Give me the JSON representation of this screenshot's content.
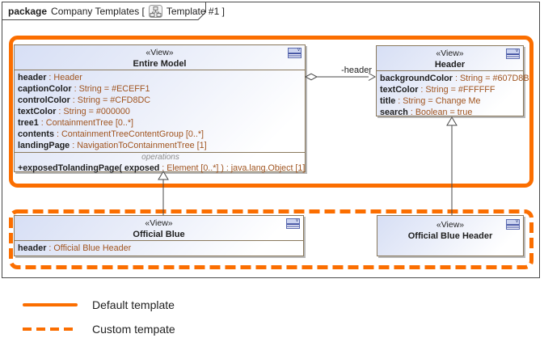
{
  "frame": {
    "keyword": "package",
    "name": "Company Templates [",
    "diagram": "Template #1 ]"
  },
  "classes": {
    "entire_model": {
      "stereotype": "«View»",
      "name": "Entire Model",
      "attributes": [
        {
          "name": "header",
          "rest": " : Header"
        },
        {
          "name": "captionColor",
          "rest": " : String = #ECEFF1"
        },
        {
          "name": "controlColor",
          "rest": " : String = #CFD8DC"
        },
        {
          "name": "textColor",
          "rest": " : String = #000000"
        },
        {
          "name": "tree1",
          "rest": " : ContainmentTree [0..*]"
        },
        {
          "name": "contents",
          "rest": " : ContainmentTreeContentGroup [0..*]"
        },
        {
          "name": "landingPage",
          "rest": " : NavigationToContainmentTree [1]"
        }
      ],
      "operations_label": "operations",
      "operations": [
        {
          "name": "+exposedTolandingPage( exposed",
          "rest": " : Element [0..*] ) : java.lang.Object [1]"
        }
      ]
    },
    "header": {
      "stereotype": "«View»",
      "name": "Header",
      "attributes": [
        {
          "name": "backgroundColor",
          "rest": " : String = #607D8B"
        },
        {
          "name": "textColor",
          "rest": " : String = #FFFFFF"
        },
        {
          "name": "title",
          "rest": " : String = Change Me"
        },
        {
          "name": "search",
          "rest": " : Boolean = true"
        }
      ]
    },
    "official_blue": {
      "stereotype": "«View»",
      "name": "Official Blue",
      "attributes": [
        {
          "name": "header",
          "rest": " : Official Blue Header"
        }
      ]
    },
    "official_blue_header": {
      "stereotype": "«View»",
      "name": "Official Blue Header"
    }
  },
  "connectors": {
    "association_label": "-header"
  },
  "legend": {
    "default_label": "Default template",
    "custom_label": "Custom tempate"
  },
  "colors": {
    "accent_orange": "#FB6E00",
    "box_border": "#8A795D",
    "box_fill_top": "#D7DFF5",
    "attr_name_color": "#1F1F1F",
    "attr_value_color": "#A0541F",
    "frame_line": "#4A4A4A"
  }
}
